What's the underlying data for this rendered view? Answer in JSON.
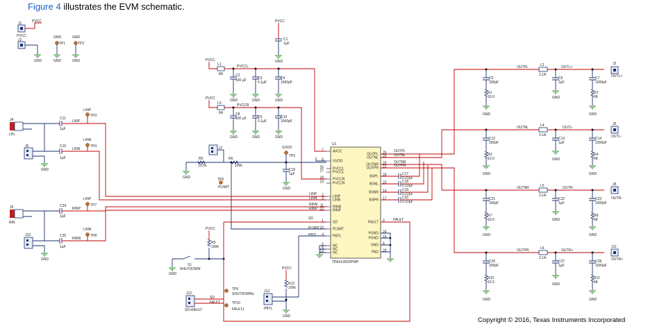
{
  "caption": {
    "link": "Figure 4",
    "rest": " illustrates the EVM schematic."
  },
  "copyright": "Copyright © 2016, Texas Instruments Incorporated",
  "ic": {
    "ref": "U1",
    "part": "TPA3136D2PWP",
    "left_pins": [
      {
        "num": "7",
        "name": "AVCC"
      },
      {
        "num": "8",
        "name": "GVDD"
      },
      {
        "num": "26",
        "name": "PVCCL"
      },
      {
        "num": "27",
        "name": "PVCCL"
      },
      {
        "num": "18",
        "name": "PVCCR"
      },
      {
        "num": "19",
        "name": "PVCCR"
      },
      {
        "num": "2",
        "name": "LINP"
      },
      {
        "num": "3",
        "name": "LINN"
      },
      {
        "num": "11",
        "name": "RINN"
      },
      {
        "num": "12",
        "name": "RINP"
      },
      {
        "num": "1",
        "name": "SD"
      },
      {
        "num": "10",
        "name": "PLIMIT"
      },
      {
        "num": "4",
        "name": "PBTL"
      },
      {
        "num": "5",
        "name": "NC"
      },
      {
        "num": "6",
        "name": "NC"
      },
      {
        "num": "13",
        "name": "NC"
      }
    ],
    "right_pins": [
      {
        "num": "25",
        "name": "OUTPL"
      },
      {
        "num": "23",
        "name": "OUTNL"
      },
      {
        "num": "20",
        "name": "OUTNR"
      },
      {
        "num": "21",
        "name": "OUTPR"
      },
      {
        "num": "28",
        "name": "BSPL"
      },
      {
        "num": "22",
        "name": "BSNL"
      },
      {
        "num": "14",
        "name": "BSNR"
      },
      {
        "num": "17",
        "name": "BSPR"
      },
      {
        "num": "9",
        "name": "FAULT"
      },
      {
        "num": "24",
        "name": "PGND"
      },
      {
        "num": "15",
        "name": "PGND"
      },
      {
        "num": "6",
        "name": "GND"
      },
      {
        "num": "29",
        "name": "PAD"
      }
    ]
  },
  "labels": {
    "pvcc": "PVCC",
    "gnd": "GND",
    "gvdd": "GVDD",
    "pvccl": "PVCCL",
    "pvccr": "PVCCR",
    "j1": "J1",
    "j2": "J2",
    "tp1": "TP1",
    "tp2": "TP2",
    "j4": "J4",
    "lin": "LIN",
    "j9": "J9",
    "rin": "RIN",
    "j5": "J5",
    "j10": "J10",
    "c1": "C1",
    "c1v": "1µF",
    "l1": "L1",
    "l1v": "8A",
    "c2": "C2",
    "c2v": "100 µF",
    "c3": "C3",
    "c3v": "0.1µF",
    "c4": "C4",
    "c4v": "1000pF",
    "l3": "L3",
    "l3v": "8A",
    "c8": "C8",
    "c8v": "100 µF",
    "c9": "C9",
    "c9v": "0.1µF",
    "c10": "C10",
    "c10v": "1000pF",
    "c11": "C11",
    "c15": "C15",
    "c24": "C24",
    "c25": "C25",
    "cinv": "1µF",
    "linp": "LINP",
    "linn": "LINN",
    "rinp": "RINP",
    "rinn": "RINN",
    "tp3": "TP3",
    "tp4": "TP4",
    "tp7": "TP7",
    "tp8": "TP8",
    "r5": "R5",
    "r5v": "10.0k",
    "r6": "R6",
    "r6v": "100k",
    "j7": "J7",
    "tp6": "TP6",
    "plimit": "PLIMIT",
    "tp5": "TP5",
    "c16": "C16",
    "c16v": "1µF",
    "r9": "R9",
    "r9v": "100k",
    "s1": "S1",
    "shutdown": "SHUTDOWN",
    "tp9": "TP9",
    "shutdownz": "SHUTDOWNz",
    "tp10": "TP10",
    "faultz": "FAULTz",
    "j12": "J12",
    "sdfault": "SD+FAULT",
    "sd": "SD",
    "fault": "FAULT",
    "j13": "J13",
    "pbtl": "PBTL",
    "r12": "R12",
    "r12v": "100k",
    "c17": "C17",
    "c18": "C18",
    "c19": "C19",
    "c20": "C20",
    "c022": "0.22µF",
    "outpl": "OUTPL",
    "outnl": "OUTNL",
    "outnr": "OUTNR",
    "outpr": "OUTPR",
    "l2": "L2",
    "l4": "L4",
    "l5": "L5",
    "l6": "L6",
    "lv": "3.1A",
    "c5": "C5",
    "c6": "C6",
    "c7": "C7",
    "c12": "C12",
    "c13": "C13",
    "c14": "C14",
    "c21": "C21",
    "c22": "C22",
    "c23": "C23",
    "c26": "C26",
    "c27": "C27",
    "c28": "C28",
    "c330": "330pF",
    "c1000": "1000pF",
    "c1uf": "1µF",
    "r1": "R1",
    "r2": "R2",
    "r3": "R3",
    "r4": "R4",
    "r7": "R7",
    "r8": "R8",
    "r10": "R10",
    "r11": "R11",
    "r10v": "10.0",
    "r68": "68",
    "outlp": "OUTL+",
    "outlm": "OUTL-",
    "outrm": "OUTR-",
    "outrp": "OUTR+",
    "j3": "J3",
    "j6": "J6",
    "j8": "J8",
    "j11": "J11"
  }
}
